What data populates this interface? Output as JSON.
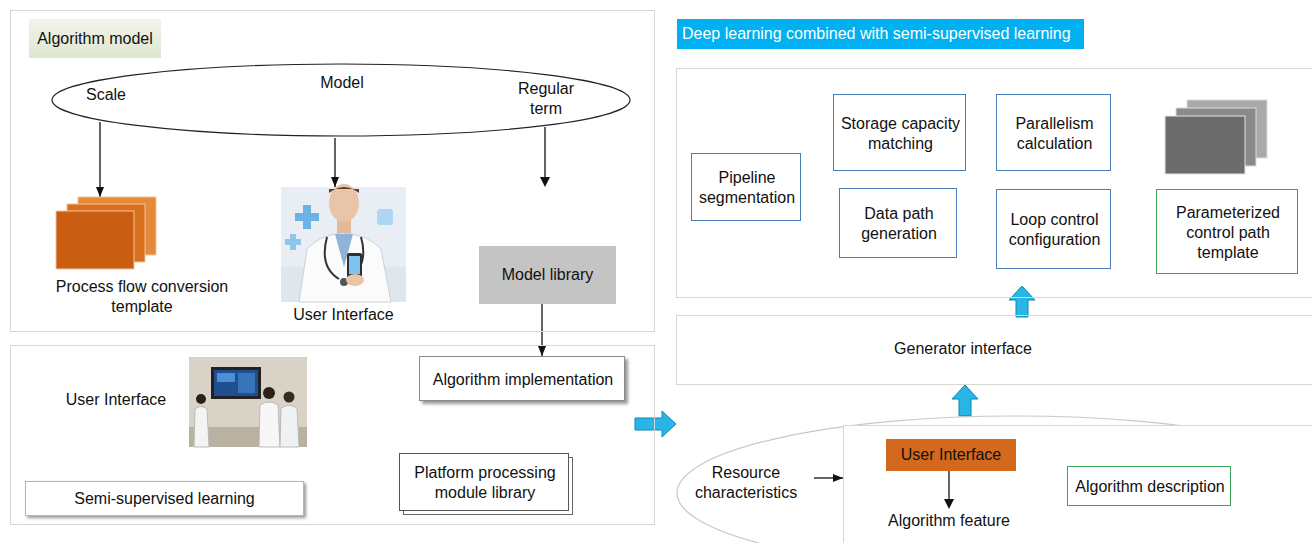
{
  "diagram": {
    "nodes": [
      {
        "text": [
          "Algorithm model"
        ]
      },
      {
        "text": [
          "Scale",
          "Model",
          "Regular term"
        ],
        "in": 0
      },
      {
        "text": [
          "Process flow conversion template"
        ],
        "in": 0
      },
      {
        "text": [
          "User Interface"
        ],
        "in": 0
      },
      {
        "text": [
          "Model library"
        ],
        "in": 0
      },
      {
        "text": [
          "Semi-supervised learning"
        ]
      },
      {
        "text": [
          "User Interface"
        ],
        "in": 5
      },
      {
        "text": [
          "Algorithm implementation"
        ],
        "in": 5
      },
      {
        "text": [
          "Platform processing module library"
        ],
        "in": 5
      },
      {
        "text": [
          "Deep learning combined with semi-supervised learning"
        ]
      },
      {
        "text": [
          "Pipeline segmentation"
        ],
        "in": 9
      },
      {
        "text": [
          "Storage capacity matching"
        ],
        "in": 9
      },
      {
        "text": [
          "Parallelism calculation"
        ],
        "in": 9
      },
      {
        "text": [
          "Data path generation"
        ],
        "in": 9
      },
      {
        "text": [
          "Loop control configuration"
        ],
        "in": 9
      },
      {
        "text": [
          "Parameterized control path template"
        ],
        "in": 9
      },
      {
        "text": [
          "Generator interface"
        ]
      },
      {
        "text": [
          "Resource characteristics"
        ]
      },
      {
        "text": [
          "Algorithm feature"
        ],
        "in": 17
      },
      {
        "text": [
          "User Interface"
        ],
        "in": 18
      },
      {
        "text": [
          "Algorithm description"
        ],
        "in": 18
      }
    ],
    "edges": [
      {
        "from": 1,
        "to": 2,
        "arrow": "to"
      },
      {
        "from": 1,
        "to": 3,
        "arrow": "to"
      },
      {
        "from": 4,
        "to": 7,
        "arrow": "to"
      },
      {
        "from": 5,
        "to": 17,
        "arrow": "to"
      },
      {
        "from": 17,
        "to": 18,
        "arrow": "to"
      },
      {
        "from": 17,
        "to": 16,
        "arrow": "to"
      },
      {
        "from": 16,
        "to": 9,
        "arrow": "to"
      }
    ]
  }
}
